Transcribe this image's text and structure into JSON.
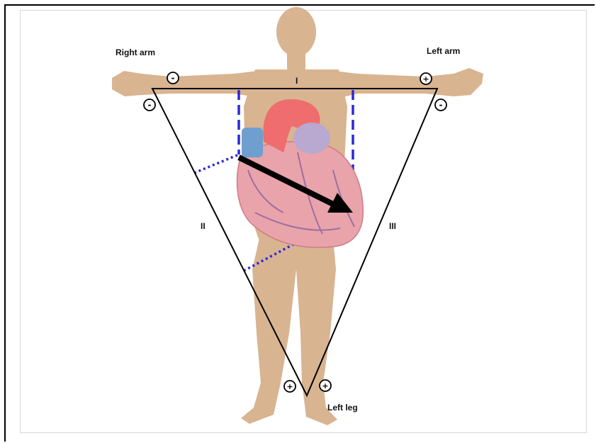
{
  "labels": {
    "right_arm": "Right arm",
    "left_arm": "Left arm",
    "left_leg": "Left leg",
    "lead_I": "I",
    "lead_II": "II",
    "lead_III": "III"
  },
  "polarity": {
    "right_arm_top": "-",
    "right_arm_corner": "-",
    "left_arm_top": "+",
    "left_arm_corner": "-",
    "left_leg_left": "+",
    "left_leg_right": "+"
  },
  "colors": {
    "skin": "#d9b491",
    "skin_dark": "#c99d77",
    "heart": "#e9a3aa",
    "heart_dark": "#cf7c86",
    "aorta": "#ef6d6f",
    "vena_cava": "#6f9fcf",
    "pulmonary": "#b9a8cf",
    "projection": "#2a2ad8",
    "axis_arrow": "#000000"
  }
}
